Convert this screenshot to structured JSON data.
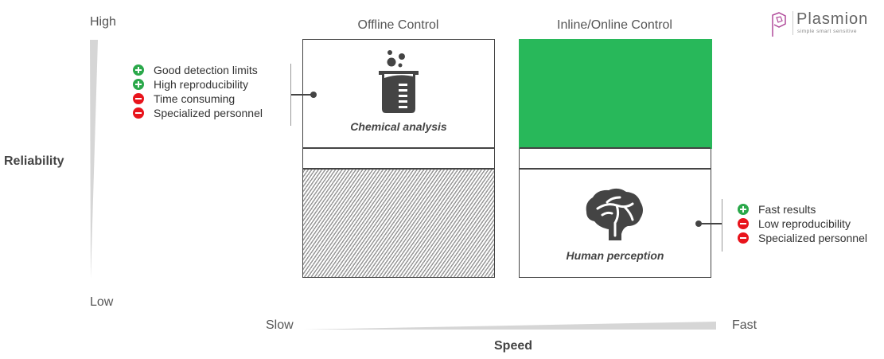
{
  "axes": {
    "y_high": "High",
    "y_low": "Low",
    "y_title": "Reliability",
    "x_slow": "Slow",
    "x_fast": "Fast",
    "x_title": "Speed"
  },
  "columns": {
    "offline": "Offline Control",
    "inline": "Inline/Online Control"
  },
  "logo": {
    "name": "Plasmion",
    "tagline": "simple smart sensitive",
    "color": "#b04a9a"
  },
  "chemical": {
    "caption": "Chemical analysis",
    "icon": "beaker-icon",
    "items": [
      {
        "type": "plus",
        "text": "Good detection limits"
      },
      {
        "type": "plus",
        "text": "High reproducibility"
      },
      {
        "type": "minus",
        "text": "Time consuming"
      },
      {
        "type": "minus",
        "text": "Specialized personnel"
      }
    ]
  },
  "human": {
    "caption": "Human perception",
    "icon": "brain-icon",
    "items": [
      {
        "type": "plus",
        "text": "Fast results"
      },
      {
        "type": "minus",
        "text": "Low reproducibility"
      },
      {
        "type": "minus",
        "text": "Specialized personnel"
      }
    ]
  },
  "colors": {
    "inline_highlight": "#28b85a",
    "plus": "#2aa84a",
    "minus": "#e8141c"
  }
}
